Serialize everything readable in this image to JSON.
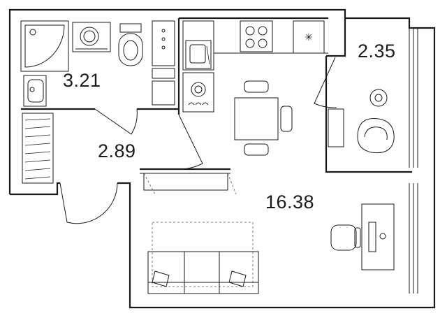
{
  "rooms": {
    "bathroom": {
      "area": "3.21"
    },
    "hallway": {
      "area": "2.89"
    },
    "balcony": {
      "area": "2.35"
    },
    "living": {
      "area": "16.38"
    }
  }
}
